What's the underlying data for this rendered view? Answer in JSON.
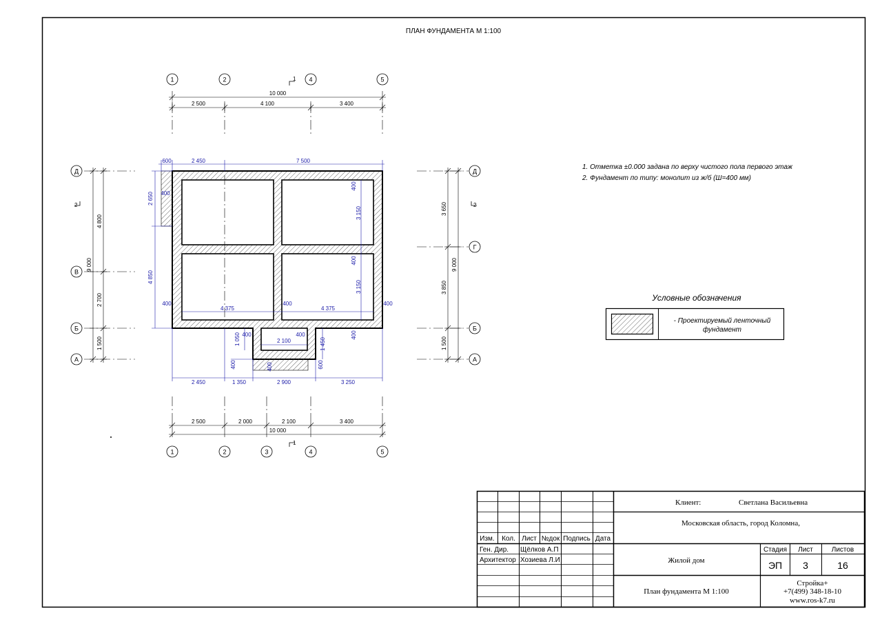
{
  "title": "ПЛАН ФУНДАМЕНТА М 1:100",
  "axes": {
    "top": [
      "1",
      "2",
      "4",
      "5"
    ],
    "bottom": [
      "1",
      "2",
      "3",
      "4",
      "5"
    ],
    "left": [
      "Д",
      "В",
      "Б",
      "А"
    ],
    "right": [
      "Д",
      "Г",
      "Б",
      "А"
    ]
  },
  "section_marks": {
    "top": "1",
    "bottom": "1",
    "left": "2",
    "right": "2"
  },
  "dimensions": {
    "top_total": "10 000",
    "top_chain": [
      "2 500",
      "4 100",
      "3 400"
    ],
    "bottom_total": "10 000",
    "bottom_chain": [
      "2 500",
      "2 000",
      "2 100",
      "3 400"
    ],
    "bottom_inner": [
      "2 450",
      "1 350",
      "2 900",
      "3 250"
    ],
    "plan_top": [
      "600",
      "2 450",
      "7 500"
    ],
    "left_total": "9 000",
    "left_chain": [
      "4 800",
      "2 700",
      "1 500"
    ],
    "left_inner": [
      "2 650",
      "4 850"
    ],
    "right_total": "9 000",
    "right_chain": [
      "3 650",
      "3 850",
      "1 500"
    ],
    "inner": {
      "w400": "400",
      "d3150": "3 150",
      "d4375": "4 375",
      "d2100": "2 100",
      "d1050": "1 050",
      "d1450": "1 450",
      "d600": "600"
    }
  },
  "notes": [
    "1. Отметка ±0.000 задана по верху чистого пола первого этаж",
    "2. Фундамент по типу: монолит из ж/б (Ш=400 мм)"
  ],
  "legend": {
    "title": "Условные обозначения",
    "item_line1": "- Проектируемый ленточный",
    "item_line2": "фундамент"
  },
  "stamp": {
    "headers": [
      "Изм.",
      "Кол.",
      "Лист",
      "№док",
      "Подпись",
      "Дата"
    ],
    "roles": [
      {
        "role": "Ген. Дир.",
        "name": "Щёлков А.П"
      },
      {
        "role": "Архитектор",
        "name": "Хозиева Л.И"
      }
    ],
    "client_label": "Клиент:",
    "client_name": "Светлана Васильевна",
    "address": "Московская область, город Коломна,",
    "object": "Жилой дом",
    "sheet_title": "План фундамента М 1:100",
    "stage_label": "Стадия",
    "sheet_label": "Лист",
    "sheets_label": "Листов",
    "stage": "ЭП",
    "sheet": "3",
    "sheets": "16",
    "company": "Стройка+",
    "phone": "+7(499) 348-18-10",
    "website": "www.ros-k7.ru"
  },
  "colors": {
    "line": "#000000",
    "dimension": "#1a1aa8",
    "hatch": "#555555"
  }
}
